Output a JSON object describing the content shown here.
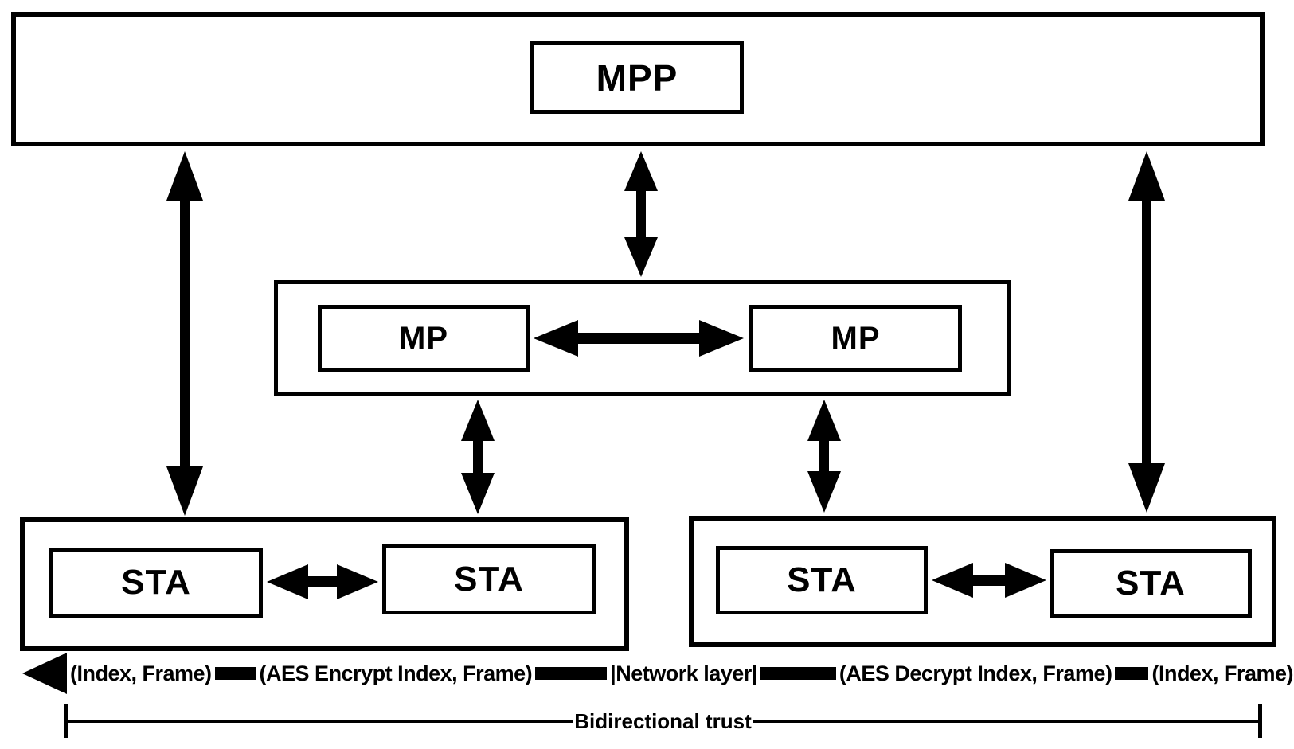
{
  "diagram": {
    "nodes": {
      "mpp": {
        "label": "MPP"
      },
      "mp_left": {
        "label": "MP"
      },
      "mp_right": {
        "label": "MP"
      },
      "sta_left_1": {
        "label": "STA"
      },
      "sta_left_2": {
        "label": "STA"
      },
      "sta_right_1": {
        "label": "STA"
      },
      "sta_right_2": {
        "label": "STA"
      }
    },
    "flow": {
      "index_frame_left": "(Index, Frame)",
      "aes_encrypt": "(AES Encrypt Index, Frame)",
      "network_layer": "|Network layer|",
      "aes_decrypt": "(AES Decrypt Index, Frame)",
      "index_frame_right": "(Index, Frame)"
    },
    "trust": {
      "label": "Bidirectional trust"
    },
    "colors": {
      "foreground": "#000000",
      "background": "#ffffff"
    }
  }
}
